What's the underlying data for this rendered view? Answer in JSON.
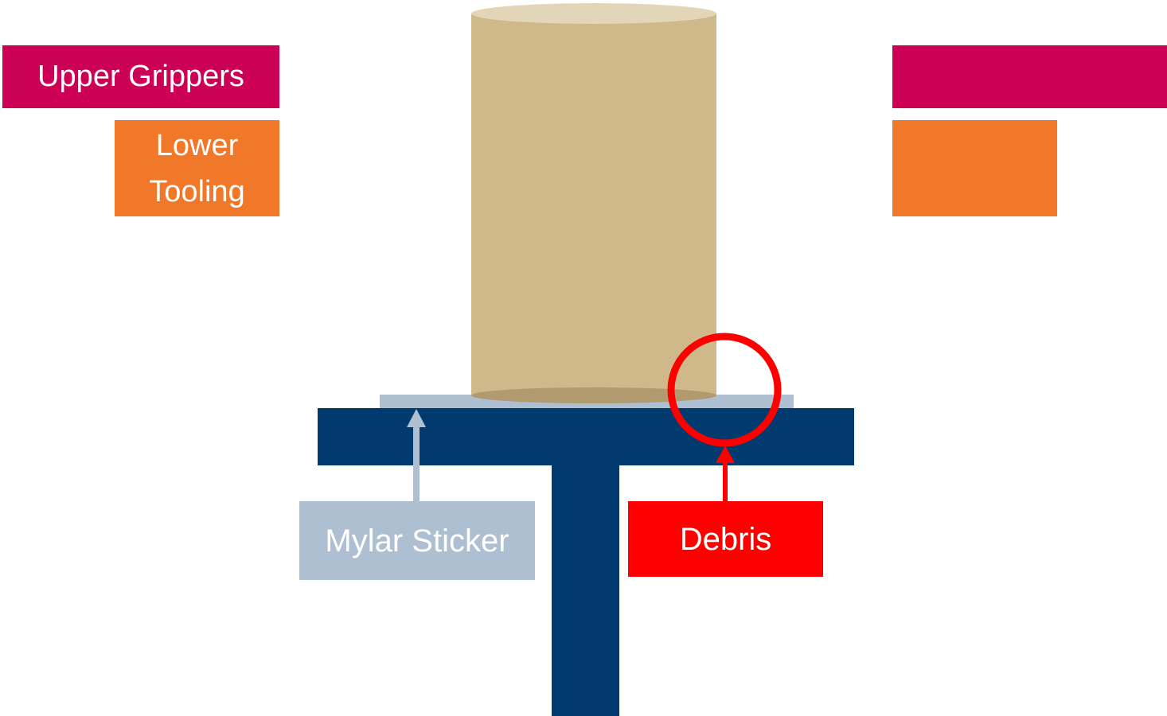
{
  "labels": {
    "upper_grippers": "Upper Grippers",
    "lower_tooling_line1": "Lower",
    "lower_tooling_line2": "Tooling",
    "mylar_sticker": "Mylar Sticker",
    "debris": "Debris"
  },
  "colors": {
    "upper_grippers": "#cc0055",
    "lower_tooling": "#f07828",
    "cylinder_body": "#cfb98b",
    "cylinder_top": "#e2d5b8",
    "cylinder_bottom": "#b09a6e",
    "mylar_sticker": "#aebfd1",
    "base": "#003a6e",
    "debris": "#ff0000"
  }
}
